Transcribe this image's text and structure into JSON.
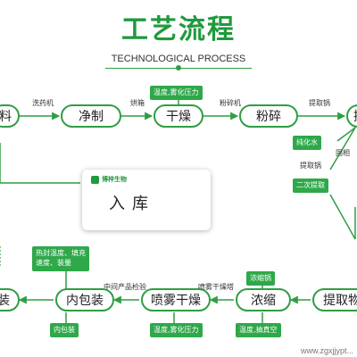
{
  "title": "工艺流程",
  "subtitle": "TECHNOLOGICAL PROCESS",
  "stages": {
    "liao": "料",
    "jingzhi": "净制",
    "ganzao": "干燥",
    "fensui": "粉碎",
    "ti": "提",
    "baozhuang": "装",
    "neibaozhuang": "内包装",
    "penwuganzao": "喷雾干燥",
    "nongsuo": "浓缩",
    "tiquwu": "提取物"
  },
  "edge_labels": {
    "xiyaoji": "洗药机",
    "hongxiang": "烘箱",
    "fensuiji": "粉碎机",
    "tiqguo1": "提取锅",
    "tiqguo2": "提取锅",
    "guxiang": "固相",
    "zhongjianchanpinjianyan": "中间产品检验",
    "penwuganzaota": "喷雾干燥塔"
  },
  "tags": {
    "wendu_yali_top": "温度,雾化压力",
    "chunhuashui": "纯化水",
    "ercitiqu": "二次提取",
    "resfeng": "热封温度、填充\n速度、装量",
    "neibaozhuang": "内包装",
    "wendu_yali_bottom": "温度,雾化压力",
    "nongsuoguo": "浓缩锅",
    "wendu_chouzhenkong": "温度,抽真空"
  },
  "card": {
    "logo_text": "博梓生物",
    "label": "入库"
  },
  "watermark": "www.zgxjjypt...",
  "colors": {
    "accent": "#2f9e44",
    "tag_bg": "#2fa84a",
    "title": "#1f9a3d"
  }
}
